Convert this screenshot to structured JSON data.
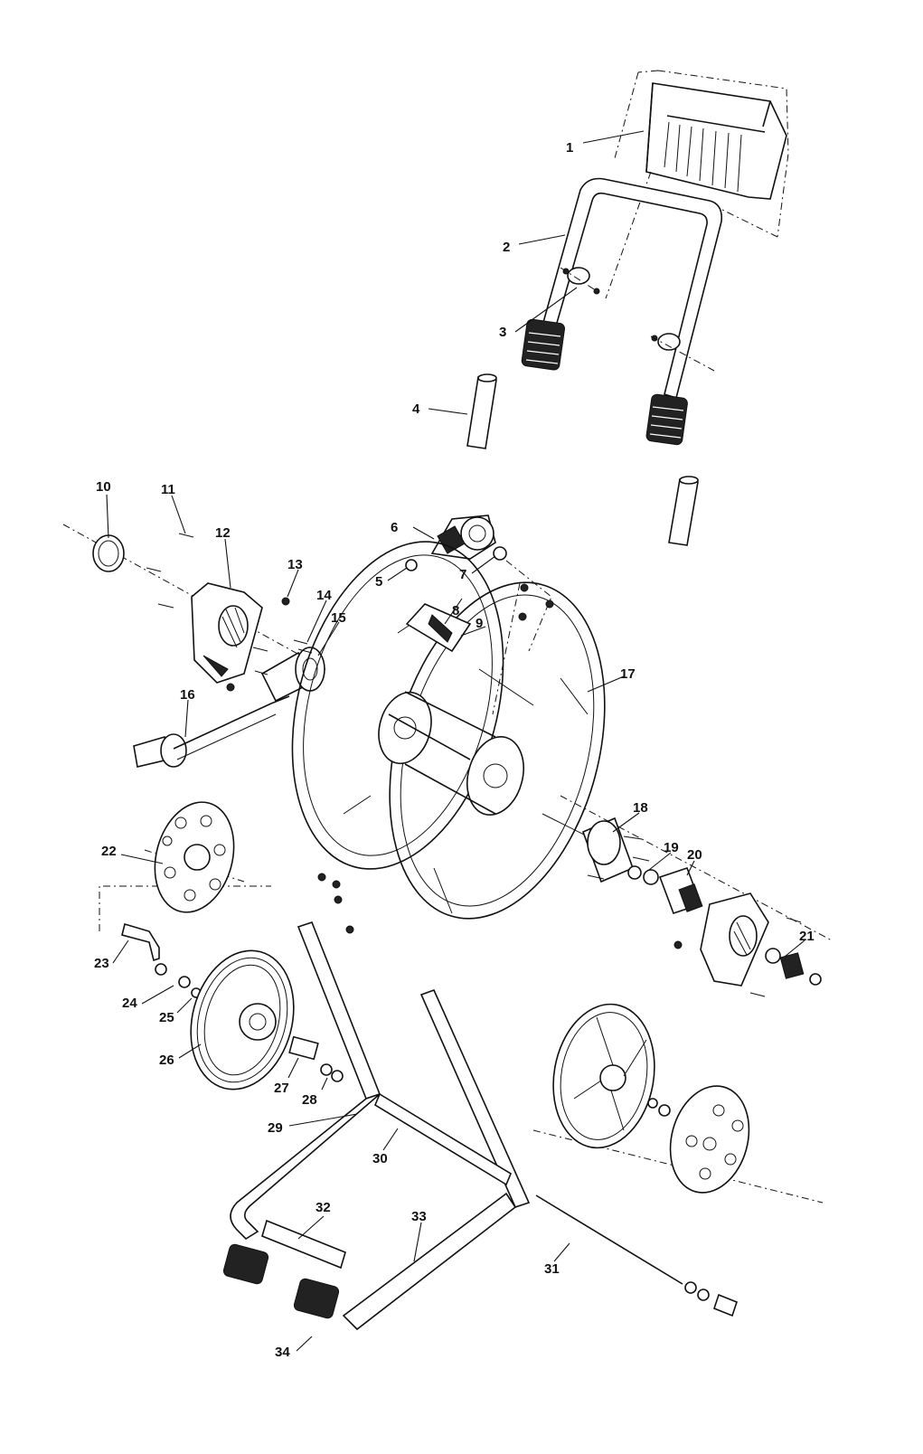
{
  "colors": {
    "ink": "#111111",
    "paper": "#ffffff"
  },
  "labels": {
    "p1": "1",
    "p2": "2",
    "p3": "3",
    "p4": "4",
    "p5": "5",
    "p6": "6",
    "p7": "7",
    "p8": "8",
    "p9": "9",
    "p10": "10",
    "p11": "11",
    "p12": "12",
    "p13": "13",
    "p14": "14",
    "p15": "15",
    "p16": "16",
    "p17": "17",
    "p18": "18",
    "p19": "19",
    "p20": "20",
    "p21": "21",
    "p22": "22",
    "p23": "23",
    "p24": "24",
    "p25": "25",
    "p26": "26",
    "p27": "27",
    "p28": "28",
    "p29": "29",
    "p30": "30",
    "p31": "31",
    "p32": "32",
    "p33": "33",
    "p34": "34"
  }
}
